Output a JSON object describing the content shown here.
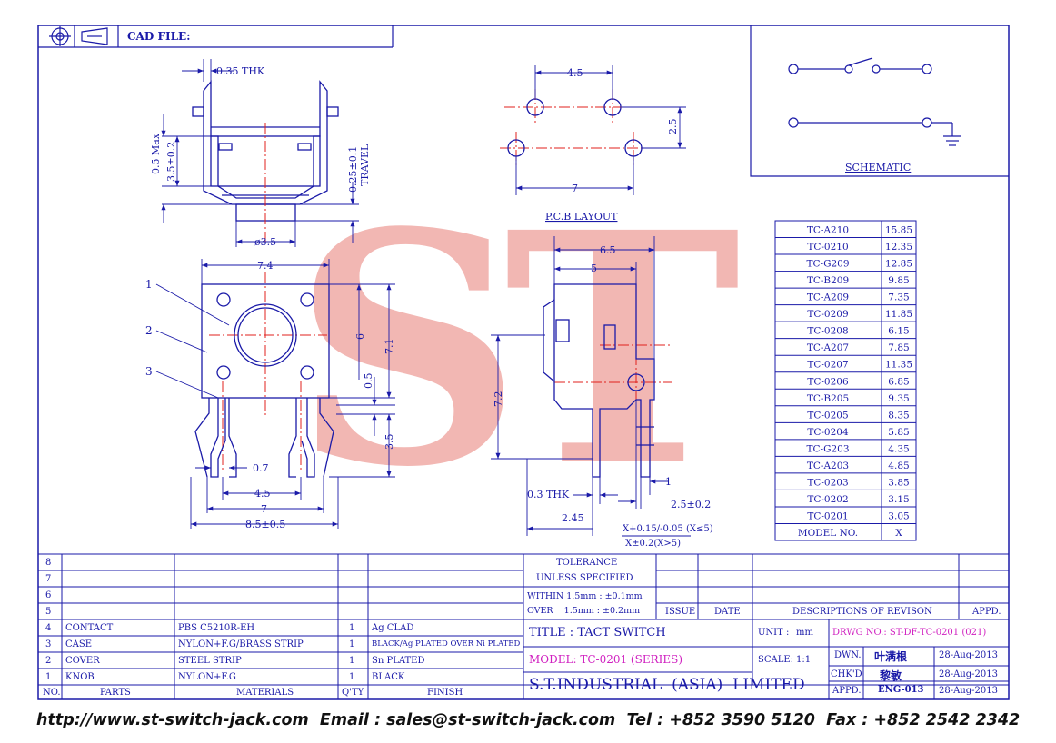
{
  "header": {
    "cad_file_label": "CAD FILE:"
  },
  "watermark": {
    "text": "ST",
    "color": "#e87c74"
  },
  "colors": {
    "line": "#1a1aa8",
    "center_line": "#e0201c",
    "model_text": "#d020c0",
    "stamp": "#c0209a"
  },
  "schematic": {
    "label": "SCHEMATIC"
  },
  "side_view": {
    "thickness": "0.35 THK",
    "max_height": "0.5 Max",
    "body_height": "3.5±0.2",
    "travel": "0.25±0.1",
    "travel_label": "TRAVEL",
    "knob_diameter": "ø3.5"
  },
  "pcb_layout": {
    "label": "P.C.B LAYOUT",
    "pitch_top": "4.5",
    "pitch_vertical": "2.5",
    "pitch_bottom": "7"
  },
  "front_view": {
    "callouts": [
      "1",
      "2",
      "3"
    ],
    "width": "7.4",
    "height_inner": "6",
    "height_outer": "7.1",
    "offset": "0.5",
    "leg_length": "3.5",
    "leg_width": "0.7",
    "leg_pitch": "4.5",
    "leg_span": "7",
    "total_width": "8.5±0.5"
  },
  "right_view": {
    "depth_outer": "6.5",
    "depth_inner": "5",
    "height": "7.2",
    "thickness": "0.3 THK",
    "offset": "2.45",
    "pin": "1",
    "pin_pitch": "2.5±0.2",
    "x_tol_1": "X+0.15/-0.05 (X≤5)",
    "x_tol_2": "X±0.2(X>5)"
  },
  "models": {
    "header": [
      "MODEL NO.",
      "X"
    ],
    "rows": [
      [
        "TC-A210",
        "15.85"
      ],
      [
        "TC-0210",
        "12.35"
      ],
      [
        "TC-G209",
        "12.85"
      ],
      [
        "TC-B209",
        "9.85"
      ],
      [
        "TC-A209",
        "7.35"
      ],
      [
        "TC-0209",
        "11.85"
      ],
      [
        "TC-0208",
        "6.15"
      ],
      [
        "TC-A207",
        "7.85"
      ],
      [
        "TC-0207",
        "11.35"
      ],
      [
        "TC-0206",
        "6.85"
      ],
      [
        "TC-B205",
        "9.35"
      ],
      [
        "TC-0205",
        "8.35"
      ],
      [
        "TC-0204",
        "5.85"
      ],
      [
        "TC-G203",
        "4.35"
      ],
      [
        "TC-A203",
        "4.85"
      ],
      [
        "TC-0203",
        "3.85"
      ],
      [
        "TC-0202",
        "3.15"
      ],
      [
        "TC-0201",
        "3.05"
      ]
    ]
  },
  "bom": {
    "empty_rows": [
      "8",
      "7",
      "6",
      "5"
    ],
    "rows": [
      {
        "no": "4",
        "part": "CONTACT",
        "material": "PBS C5210R-EH",
        "qty": "1",
        "finish": "Ag CLAD"
      },
      {
        "no": "3",
        "part": "CASE",
        "material": "NYLON+F.G/BRASS STRIP",
        "qty": "1",
        "finish": "BLACK/Ag PLATED OVER Ni PLATED"
      },
      {
        "no": "2",
        "part": "COVER",
        "material": "STEEL STRIP",
        "qty": "1",
        "finish": "Sn PLATED"
      },
      {
        "no": "1",
        "part": "KNOB",
        "material": "NYLON+F.G",
        "qty": "1",
        "finish": "BLACK"
      }
    ],
    "headers": {
      "no": "NO.",
      "parts": "PARTS",
      "materials": "MATERIALS",
      "qty": "Q'TY",
      "finish": "FINISH"
    }
  },
  "tolerance": {
    "title": "TOLERANCE",
    "subtitle": "UNLESS  SPECIFIED",
    "within": "WITHIN  1.5mm : ±0.1mm",
    "over": "OVER    1.5mm : ±0.2mm"
  },
  "revision": {
    "issue": "ISSUE",
    "date": "DATE",
    "description": "DESCRIPTIONS OF REVISON",
    "appd": "APPD."
  },
  "title_block": {
    "title": "TITLE : TACT SWITCH",
    "unit_label": "UNIT :",
    "unit": "mm",
    "drawing_no": "DRWG NO.: ST-DF-TC-0201 (021)",
    "model": "MODEL: TC-0201 (SERIES)",
    "scale_label": "SCALE:",
    "scale": "1:1",
    "dwn_label": "DWN.",
    "dwn_name": "叶满根",
    "dwn_date": "28-Aug-2013",
    "chkd_label": "CHK'D",
    "chkd_name": "黎敏",
    "chkd_date": "28-Aug-2013",
    "appd_label": "APPD.",
    "appd_name": "ENG-013",
    "appd_date": "28-Aug-2013",
    "company": "S.T.INDUSTRIAL  (ASIA)  LIMITED"
  },
  "footer": {
    "text": "http://www.st-switch-jack.com  Email : sales@st-switch-jack.com  Tel : +852 3590 5120  Fax : +852 2542 2342"
  }
}
